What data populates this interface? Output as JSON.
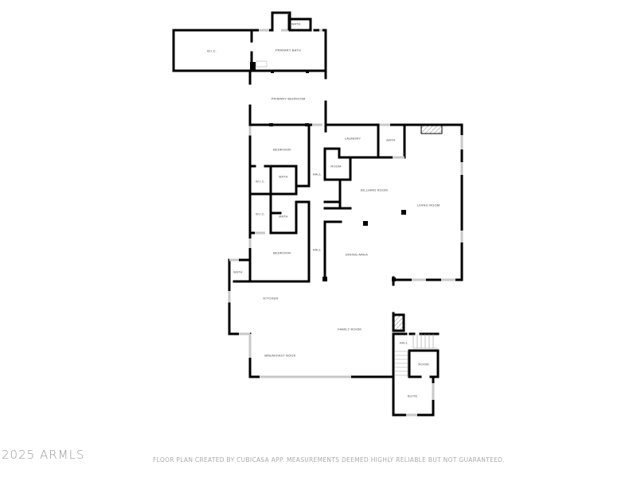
{
  "floor_plan": {
    "rooms": {
      "wic_primary": "W.I.C.",
      "primary_bath": "PRIMARY BATH",
      "bath_top": "BATH",
      "primary_bedroom": "PRIMARY BEDROOM",
      "bedroom_1": "BEDROOM",
      "wic_1": "W.I.C.",
      "bath_1": "BATH",
      "wic_2": "W.I.C.",
      "bath_2": "BATH",
      "bedroom_2": "BEDROOM",
      "hall_1": "HALL",
      "hall_2": "HALL",
      "laundry": "LAUNDRY",
      "bath_laundry": "BATH",
      "room_small": "ROOM",
      "billiard_room": "BILLIARD ROOM",
      "living_room": "LIVING ROOM",
      "dining_area": "DINING AREA",
      "bath_kitchen": "BATH",
      "kitchen": "KITCHEN",
      "family_room": "FAMILY ROOM",
      "breakfast_nook": "BREAKFAST NOOK",
      "hall_3": "HALL",
      "room_lower": "ROOM",
      "suite": "SUITE"
    }
  },
  "footer": {
    "watermark": "2025 ARMLS",
    "disclaimer": "FLOOR PLAN CREATED BY CUBICASA APP. MEASUREMENTS DEEMED HIGHLY RELIABLE BUT NOT GUARANTEED."
  }
}
